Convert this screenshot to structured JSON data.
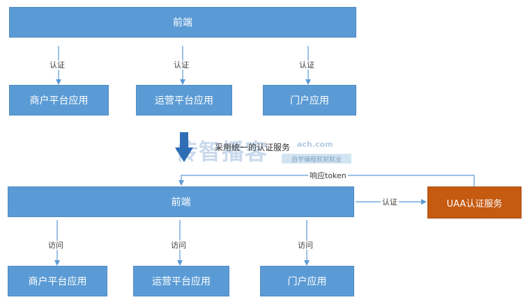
{
  "top": {
    "frontend": "前端",
    "edge_label": "认证",
    "apps": [
      "商户平台应用",
      "运营平台应用",
      "门户应用"
    ]
  },
  "transition": {
    "caption": "采用统一的认证服务",
    "watermark_brand": "传智播客",
    "watermark_url": "ach.com",
    "watermark_slogan": "自学编程就到就业"
  },
  "bottom": {
    "frontend": "前端",
    "edge_label": "访问",
    "apps": [
      "商户平台应用",
      "运营平台应用",
      "门户应用"
    ],
    "uaa": "UAA认证服务",
    "auth_label": "认证",
    "response_label": "响应token"
  },
  "colors": {
    "box": "#5b9bd5",
    "uaa": "#c55a11",
    "arrow": "#5b9bd5"
  }
}
